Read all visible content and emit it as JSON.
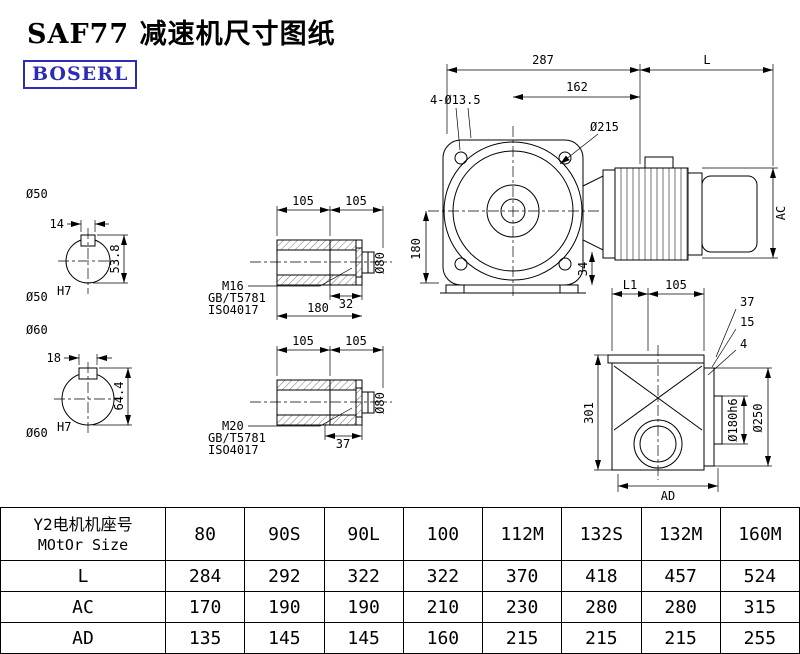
{
  "page": {
    "title": "SAF77 减速机尺寸图纸",
    "logo": "BOSERL"
  },
  "front_view": {
    "dim_width": "287",
    "dim_L": "L",
    "holes_label": "4-Ø13.5",
    "dim_162": "162",
    "flange_dia": "Ø215",
    "dim_180": "180",
    "dim_34": "34",
    "dim_AC": "AC"
  },
  "shaft_50": {
    "dia_label": "Ø50",
    "key_width": "14",
    "key_height": "53.8",
    "bore_label": "Ø50",
    "bore_tol": "H7"
  },
  "shaft_60": {
    "dia_label": "Ø60",
    "key_width": "18",
    "key_height": "64.4",
    "bore_label": "Ø60",
    "bore_tol": "H7"
  },
  "hollow_shaft_1": {
    "dim_105_a": "105",
    "dim_105_b": "105",
    "thread": "M16",
    "std_1": "GB/T5781",
    "std_2": "ISO4017",
    "dim_32": "32",
    "dim_180": "180",
    "dia_80": "Ø80"
  },
  "hollow_shaft_2": {
    "dim_105_a": "105",
    "dim_105_b": "105",
    "thread": "M20",
    "std_1": "GB/T5781",
    "std_2": "ISO4017",
    "dim_37": "37",
    "dia_80": "Ø80"
  },
  "side_view": {
    "dim_L1": "L1",
    "dim_105": "105",
    "dim_37": "37",
    "dim_15": "15",
    "dim_4": "4",
    "dim_301": "301",
    "spigot_label": "Ø180h6",
    "flange_dia": "Ø250",
    "dim_AD": "AD"
  },
  "table": {
    "header_cn": "Y2电机机座号",
    "header_en": "MOtOr Size",
    "motor_sizes": [
      "80",
      "90S",
      "90L",
      "100",
      "112M",
      "132S",
      "132M",
      "160M"
    ],
    "rows": [
      {
        "label": "L",
        "values": [
          "284",
          "292",
          "322",
          "322",
          "370",
          "418",
          "457",
          "524"
        ]
      },
      {
        "label": "AC",
        "values": [
          "170",
          "190",
          "190",
          "210",
          "230",
          "280",
          "280",
          "315"
        ]
      },
      {
        "label": "AD",
        "values": [
          "135",
          "145",
          "145",
          "160",
          "215",
          "215",
          "215",
          "255"
        ]
      }
    ]
  }
}
